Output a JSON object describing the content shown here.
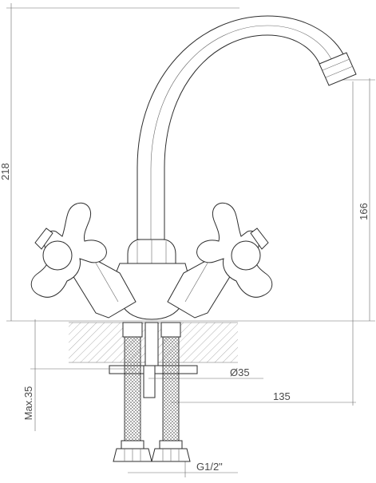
{
  "dimensions": {
    "overall_height": "218",
    "spout_height": "166",
    "mounting_hole": "Ø35",
    "spout_reach": "135",
    "max_thickness": "Max.35",
    "thread": "G1/2\""
  }
}
